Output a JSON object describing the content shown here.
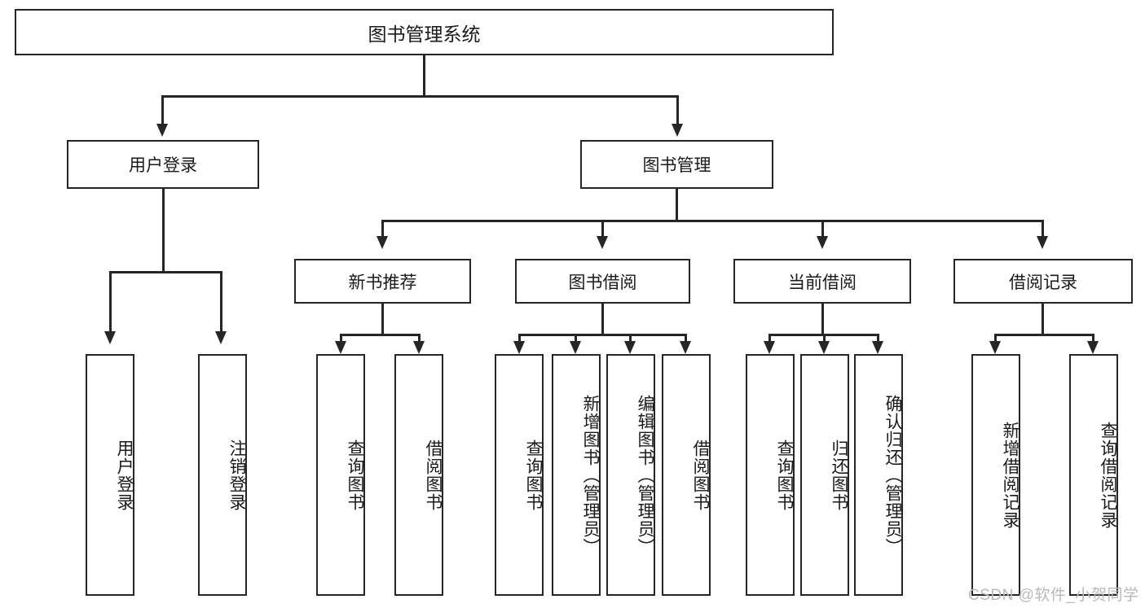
{
  "diagram": {
    "type": "tree-hierarchy-diagram",
    "title": "图书管理系统",
    "root": {
      "label": "图书管理系统"
    },
    "level2": [
      {
        "label": "用户登录"
      },
      {
        "label": "图书管理"
      }
    ],
    "level3": [
      {
        "label": "新书推荐"
      },
      {
        "label": "图书借阅"
      },
      {
        "label": "当前借阅"
      },
      {
        "label": "借阅记录"
      }
    ],
    "leaves": {
      "user_login": [
        {
          "label": "用户登录"
        },
        {
          "label": "注销登录"
        }
      ],
      "new_book_recommend": [
        {
          "label": "查询图书"
        },
        {
          "label": "借阅图书"
        }
      ],
      "book_borrow": [
        {
          "label": "查询图书"
        },
        {
          "label": "新增图书（管理员）"
        },
        {
          "label": "编辑图书（管理员）"
        },
        {
          "label": "借阅图书"
        }
      ],
      "current_borrow": [
        {
          "label": "查询图书"
        },
        {
          "label": "归还图书"
        },
        {
          "label": "确认归还（管理员）"
        }
      ],
      "borrow_record": [
        {
          "label": "新增借阅记录"
        },
        {
          "label": "查询借阅记录"
        }
      ]
    }
  },
  "watermark": {
    "text": "CSDN @软件_小贺同学"
  },
  "colors": {
    "stroke": "#262626",
    "background": "#ffffff",
    "text": "#1a1a1a",
    "watermark": "#b9b9b9"
  }
}
